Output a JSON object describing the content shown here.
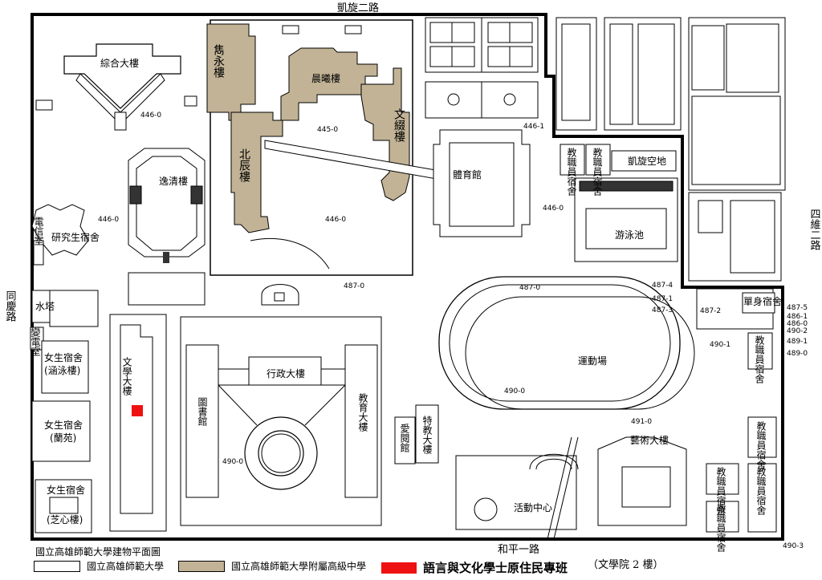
{
  "roads": {
    "north": "凱旋二路",
    "west": "同慶路",
    "east": "四維二路",
    "south": "和平一路"
  },
  "buildings": {
    "zonghe": "綜合大樓",
    "juanyong": "雋永樓",
    "chenxi": "晨曦樓",
    "wenhui": "文綴樓",
    "beichen": "北辰樓",
    "yiqing": "逸清樓",
    "yanjiusheng": "研究生宿舍",
    "dianxin": "電信室",
    "gym": "體育館",
    "teacher_dorm": "教職員宿舍",
    "kaixuan_space": "凱旋空地",
    "pool": "游泳池",
    "watertower": "水塔",
    "biandian": "變電室",
    "female_dorm_1": "女生宿舍",
    "female_dorm_1_sub": "(涵泳樓)",
    "female_dorm_2": "女生宿舍",
    "female_dorm_2_sub": "(蘭苑)",
    "female_dorm_3": "女生宿舍",
    "female_dorm_3_sub": "(芝心樓)",
    "wenxue": "文學大樓",
    "library": "圖書館",
    "admin": "行政大樓",
    "education": "教育大樓",
    "aiyue": "愛閱館",
    "special_ed": "特教大樓",
    "field": "運動場",
    "arts": "藝術大樓",
    "activity": "活動中心",
    "single_dorm": "單身宿舍"
  },
  "lot_numbers": {
    "l446_0_a": "446-0",
    "l446_0_b": "446-0",
    "l446_0_c": "446-0",
    "l446_0_d": "446-0",
    "l445_0": "445-0",
    "l446_1": "446-1",
    "l487_0_a": "487-0",
    "l487_0_b": "487-0",
    "l487_4": "487-4",
    "l487_1": "487-1",
    "l487_3": "487-3",
    "l487_2": "487-2",
    "l487_5": "487-5",
    "l486_1": "486-1",
    "l486_0": "486-0",
    "l490_2": "490-2",
    "l489_1": "489-1",
    "l489_0": "489-0",
    "l490_1": "490-1",
    "l490_0_a": "490-0",
    "l490_0_b": "490-0",
    "l491_0": "491-0",
    "l490_3": "490-3"
  },
  "legend": {
    "title": "國立高雄師範大學建物平面圖",
    "items": [
      {
        "label": "國立高雄師範大學",
        "color": "#ffffff"
      },
      {
        "label": "國立高雄師範大學附屬高級中學",
        "color": "#c2b396"
      },
      {
        "label": "語言與文化學士原住民專班",
        "color": "#ee1111"
      }
    ],
    "note": "（文學院 2 樓）"
  },
  "colors": {
    "school_fill": "#c2b396",
    "marker": "#ee1111",
    "line": "#000000"
  }
}
